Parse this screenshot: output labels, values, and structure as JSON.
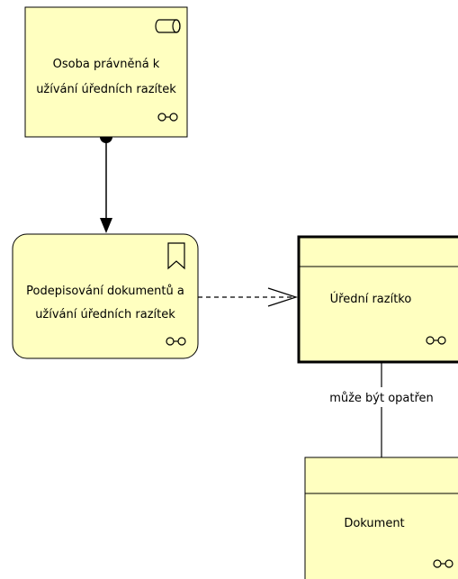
{
  "colors": {
    "element_fill": "#ffffc0",
    "stroke": "#000000",
    "background": "#ffffff"
  },
  "elements": {
    "role": {
      "type": "business-role",
      "icon": "role-icon",
      "line1": "Osoba právněná k",
      "line2": "užívání úředních razítek"
    },
    "process": {
      "type": "business-process",
      "icon": "bookmark-icon",
      "line1": "Podepisování dokumentů a",
      "line2": "užívání úředních razítek"
    },
    "stamp": {
      "type": "business-object",
      "label": "Úřední razítko"
    },
    "document": {
      "type": "business-object",
      "label": "Dokument"
    }
  },
  "relations": {
    "assignment": {
      "from": "role",
      "to": "process"
    },
    "access": {
      "from": "process",
      "to": "stamp"
    },
    "association": {
      "from": "stamp",
      "to": "document",
      "label": "může být opatřen"
    }
  }
}
